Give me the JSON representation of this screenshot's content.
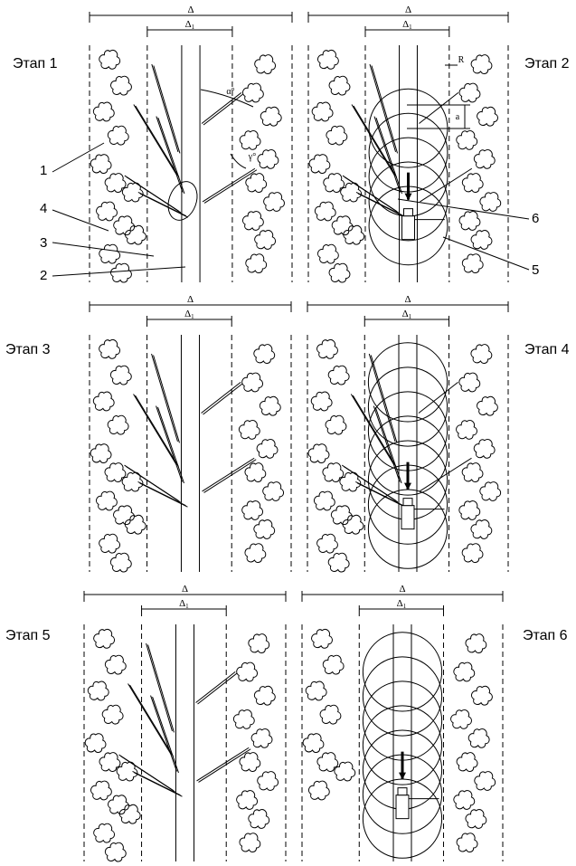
{
  "stages": [
    {
      "id": 1,
      "label": "Этап 1",
      "delta": "Δ",
      "delta1": "Δ1",
      "angle_alpha": "α°",
      "angle_gamma": "γ°"
    },
    {
      "id": 2,
      "label": "Этап 2",
      "delta": "Δ",
      "delta1": "Δ1",
      "radius": "R",
      "spacing": "a"
    },
    {
      "id": 3,
      "label": "Этап 3",
      "delta": "Δ",
      "delta1": "Δ1"
    },
    {
      "id": 4,
      "label": "Этап 4",
      "delta": "Δ",
      "delta1": "Δ1"
    },
    {
      "id": 5,
      "label": "Этап 5",
      "delta": "Δ",
      "delta1": "Δ1"
    },
    {
      "id": 6,
      "label": "Этап 6",
      "delta": "Δ",
      "delta1": "Δ1"
    }
  ],
  "callouts": [
    "1",
    "2",
    "3",
    "4",
    "5",
    "6"
  ],
  "colors": {
    "ink": "#000000",
    "paper": "#ffffff"
  }
}
